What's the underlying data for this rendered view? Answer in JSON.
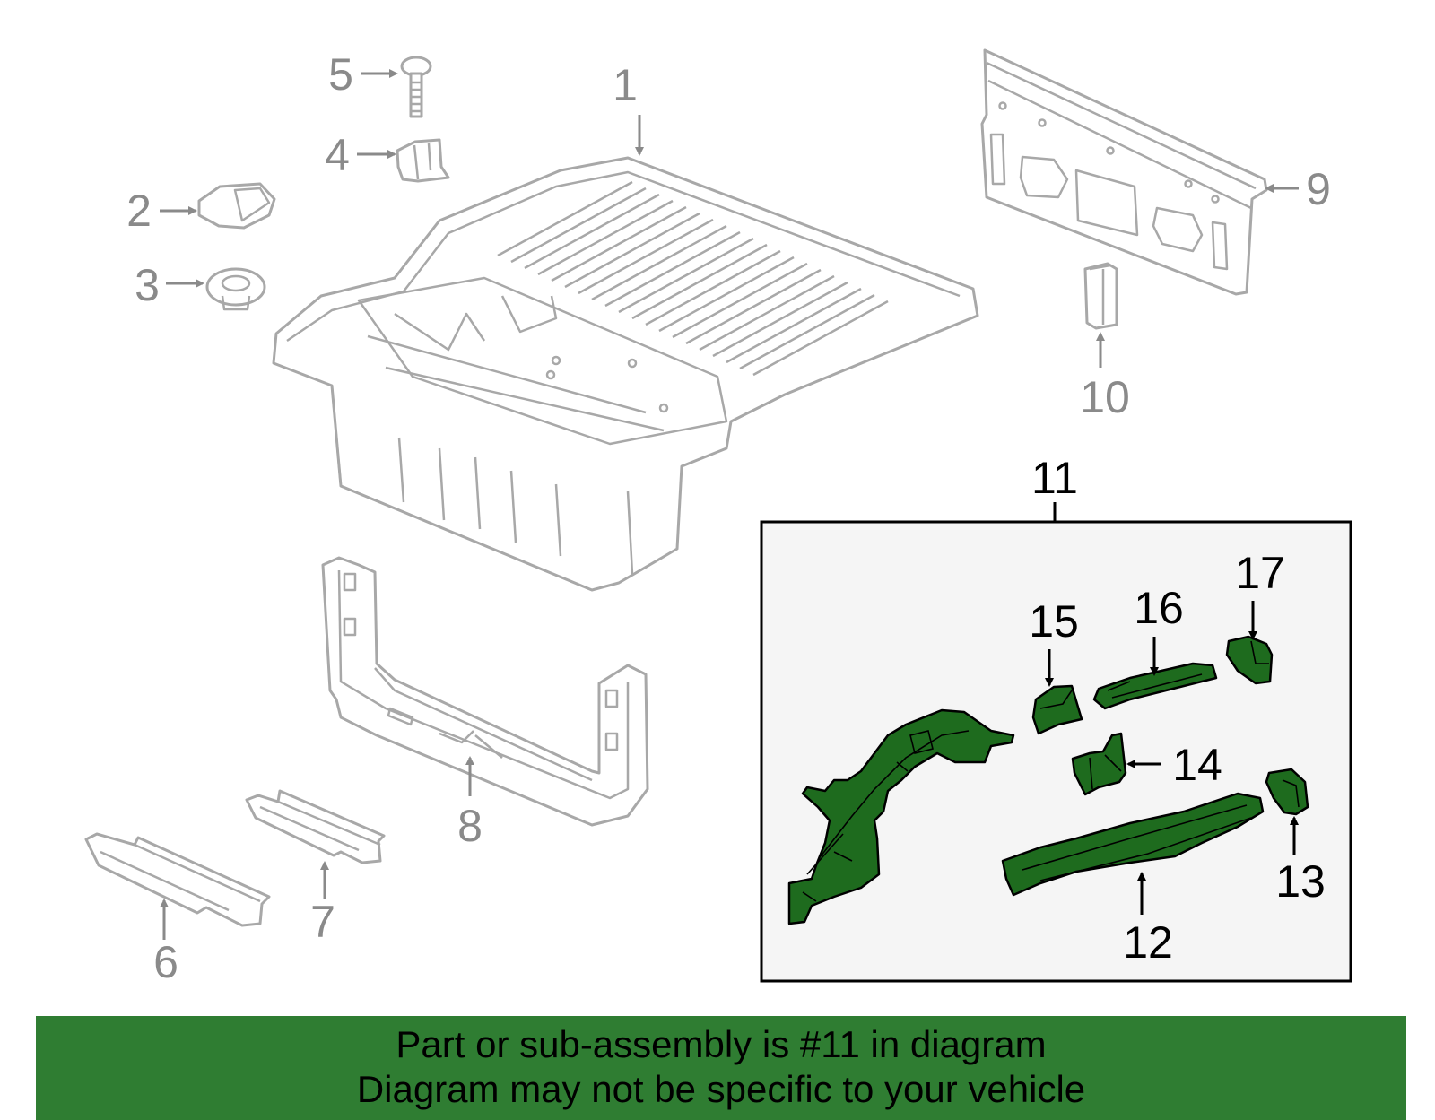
{
  "callouts": {
    "c1": "1",
    "c2": "2",
    "c3": "3",
    "c4": "4",
    "c5": "5",
    "c6": "6",
    "c7": "7",
    "c8": "8",
    "c9": "9",
    "c10": "10",
    "c11": "11",
    "c12": "12",
    "c13": "13",
    "c14": "14",
    "c15": "15",
    "c16": "16",
    "c17": "17"
  },
  "banner": {
    "line1": "Part or sub-assembly is #11 in diagram",
    "line2": "Diagram may not be specific to your vehicle"
  },
  "colors": {
    "highlight_part": "#1e6b1e",
    "banner_background": "#2f7d32",
    "inset_background": "#f5f5f5",
    "context_part_outline": "#a8a8a8"
  }
}
